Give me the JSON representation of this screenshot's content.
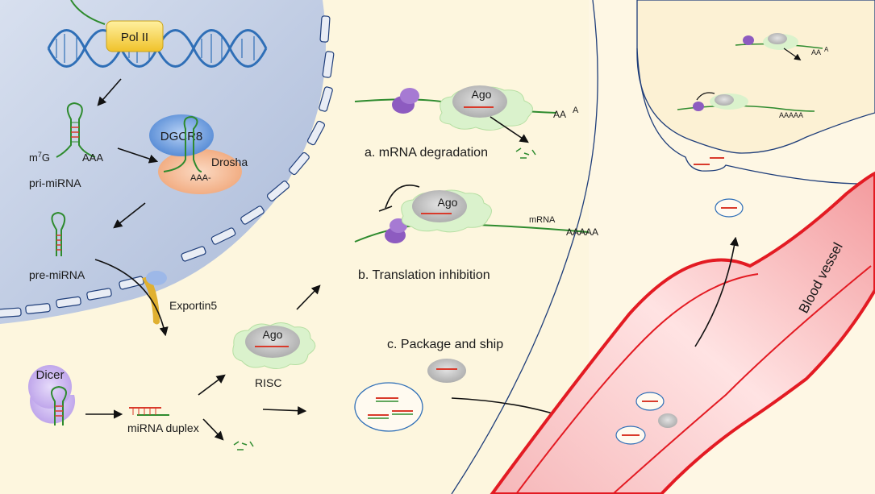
{
  "labels": {
    "pol2": "Pol II",
    "m7g_prefix": "m",
    "m7g_sup": "7",
    "m7g_suffix": "G",
    "polyA": "AAA",
    "dgcr8": "DGCR8",
    "drosha": "Drosha",
    "drosha_tail": "AAA-",
    "pri_mirna": "pri-miRNA",
    "pre_mirna": "pre-miRNA",
    "exportin": "Exportin5",
    "dicer": "Dicer",
    "duplex": "miRNA duplex",
    "risc": "RISC",
    "ago": "Ago",
    "step_a": "a. mRNA degradation",
    "step_b": "b. Translation inhibition",
    "step_c": "c. Package and ship",
    "tail_aa": "AA",
    "tail_a": "A",
    "tail_aaaaa": "AAAAA",
    "mrna": "mRNA",
    "blood_vessel": "Blood vessel"
  },
  "colors": {
    "nucleus": "#c5d0e6",
    "cytoplasm": "#fdf5dc",
    "pol2": "#f7d54a",
    "dna": "#2f6fb7",
    "rna": "#2e8b2e",
    "mirna": "#d93a2b",
    "dgcr8": "#5b8fd6",
    "drosha": "#f2b089",
    "dicer": "#b9a0e6",
    "exportin": "#e0b030",
    "ago": "#b8b8b8",
    "risc": "#d6f0c8",
    "ribosome": "#8d5bc0",
    "vessel": "#e31b23",
    "membrane": "#1f3e7a"
  }
}
